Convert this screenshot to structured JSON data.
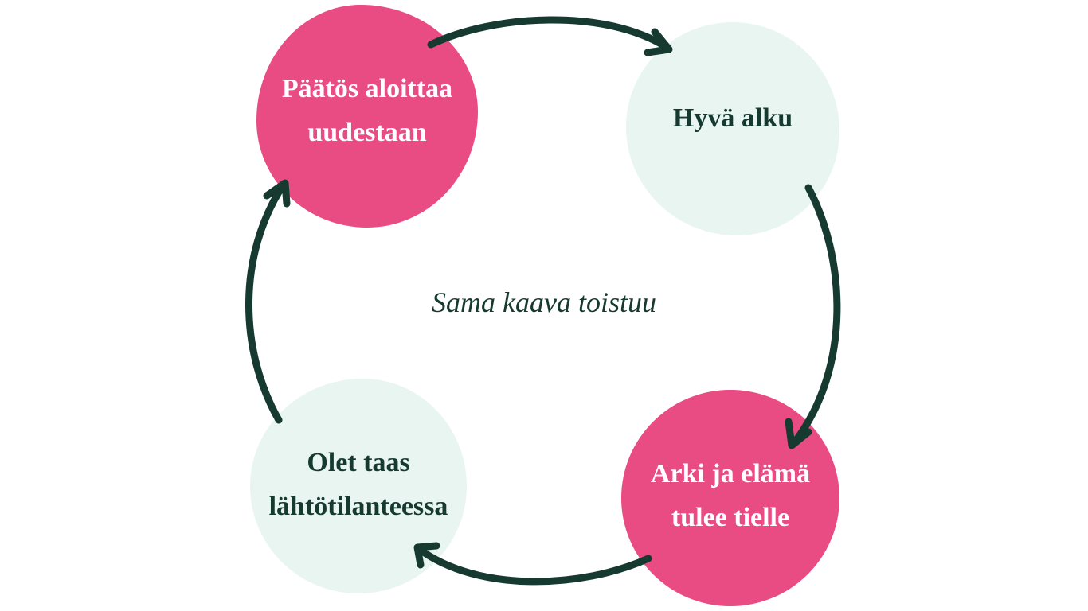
{
  "colors": {
    "pink": "#e84c82",
    "mint": "#e8f5f1",
    "dark_green": "#163a2f",
    "white": "#ffffff",
    "background": "#ffffff"
  },
  "center_label": "Sama kaava toistuu",
  "nodes": [
    {
      "id": "node-1",
      "label": "Päätös aloittaa\nuudestaan",
      "fill": "#e84c82",
      "text_color": "#ffffff"
    },
    {
      "id": "node-2",
      "label": "Hyvä alku",
      "fill": "#e8f5f1",
      "text_color": "#163a2f"
    },
    {
      "id": "node-3",
      "label": "Arki ja elämä\ntulee tielle",
      "fill": "#e84c82",
      "text_color": "#ffffff"
    },
    {
      "id": "node-4",
      "label": "Olet taas\nlähtötilanteessa",
      "fill": "#e8f5f1",
      "text_color": "#163a2f"
    }
  ],
  "arrows": [
    {
      "from": "node-1",
      "to": "node-2"
    },
    {
      "from": "node-2",
      "to": "node-3"
    },
    {
      "from": "node-3",
      "to": "node-4"
    },
    {
      "from": "node-4",
      "to": "node-1"
    }
  ]
}
